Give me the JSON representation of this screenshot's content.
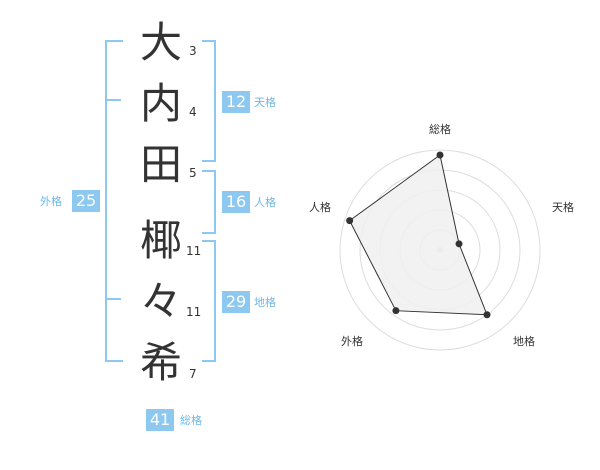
{
  "name": {
    "chars": [
      "大",
      "内",
      "田",
      "椰",
      "々",
      "希"
    ],
    "strokes": [
      "3",
      "4",
      "5",
      "11",
      "11",
      "7"
    ]
  },
  "fortunes": {
    "tenkaku": {
      "label": "天格",
      "value": "12"
    },
    "jinkaku": {
      "label": "人格",
      "value": "16"
    },
    "chikaku": {
      "label": "地格",
      "value": "29"
    },
    "gaikaku": {
      "label": "外格",
      "value": "25"
    },
    "soukaku": {
      "label": "総格",
      "value": "41"
    }
  },
  "radar": {
    "labels": {
      "top": "総格",
      "right": "天格",
      "bottom_right": "地格",
      "bottom_left": "外格",
      "left": "人格"
    },
    "values": {
      "soukaku": 0.95,
      "tenkaku": 0.2,
      "chikaku": 0.8,
      "gaikaku": 0.75,
      "jinkaku": 0.95
    },
    "colors": {
      "fill": "#f0f0f0",
      "stroke": "#333333",
      "rings": "#dddddd"
    }
  }
}
